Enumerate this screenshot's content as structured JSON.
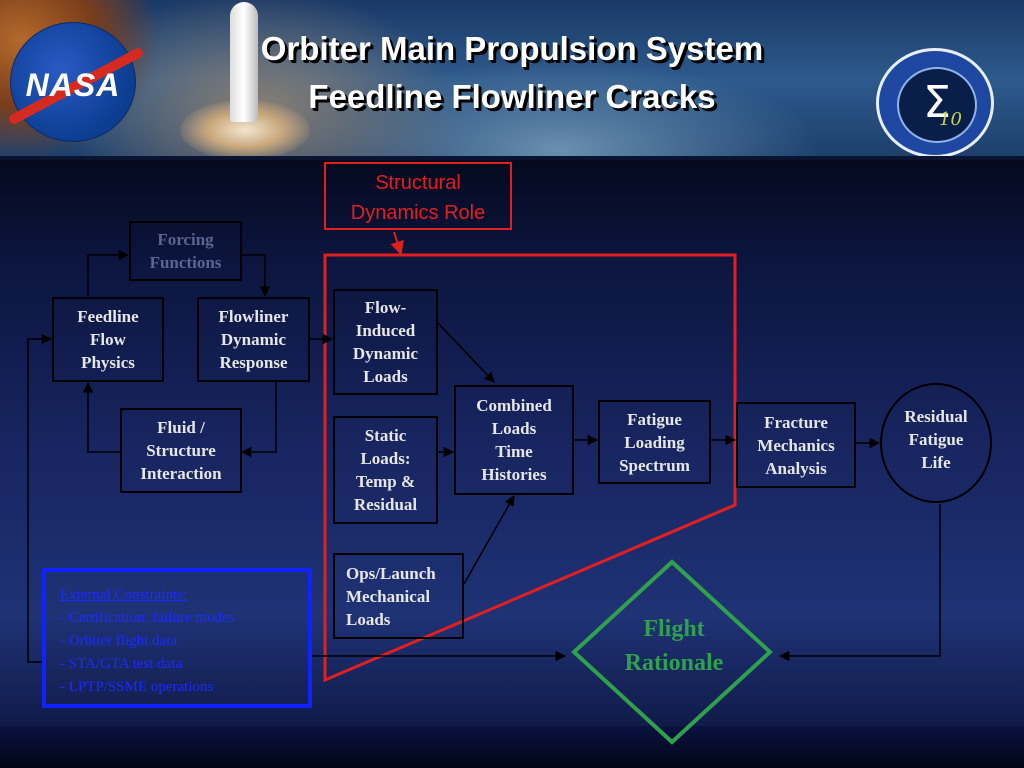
{
  "title": {
    "line1": "Orbiter Main Propulsion System",
    "line2": "Feedline Flowliner Cracks"
  },
  "logos": {
    "nasa": "NASA",
    "nesc_symbol": "Σ",
    "nesc_number": "10"
  },
  "colors": {
    "highlight_red": "#e21f1f",
    "rationale_green": "#2fa04c",
    "constraints_blue": "#1a2bff",
    "box_text": "#e6e6e6"
  },
  "role_label": "Structural\nDynamics Role",
  "boxes": {
    "forcing_functions": "Forcing\nFunctions",
    "feedline_flow_physics": "Feedline\nFlow\nPhysics",
    "flowliner_dynamic_response": "Flowliner\nDynamic\nResponse",
    "fluid_structure_interaction": "Fluid /\nStructure\nInteraction",
    "flow_induced_loads": "Flow-\nInduced\nDynamic\nLoads",
    "static_loads": "Static\nLoads:\nTemp &\nResidual",
    "ops_launch_loads": "Ops/Launch\nMechanical\nLoads",
    "combined_loads": "Combined\nLoads\nTime\nHistories",
    "fatigue_loading_spectrum": "Fatigue\nLoading\nSpectrum",
    "fracture_mechanics": "Fracture\nMechanics\nAnalysis",
    "residual_fatigue_life": "Residual\nFatigue\nLife"
  },
  "flight_rationale": "Flight\nRationale",
  "external_constraints": {
    "heading": "External Constraints:",
    "items": [
      "- Certification: failure modes",
      "- Orbiter flight data",
      "- STA/GTA test data",
      "- LPTP/SSME operations"
    ]
  }
}
